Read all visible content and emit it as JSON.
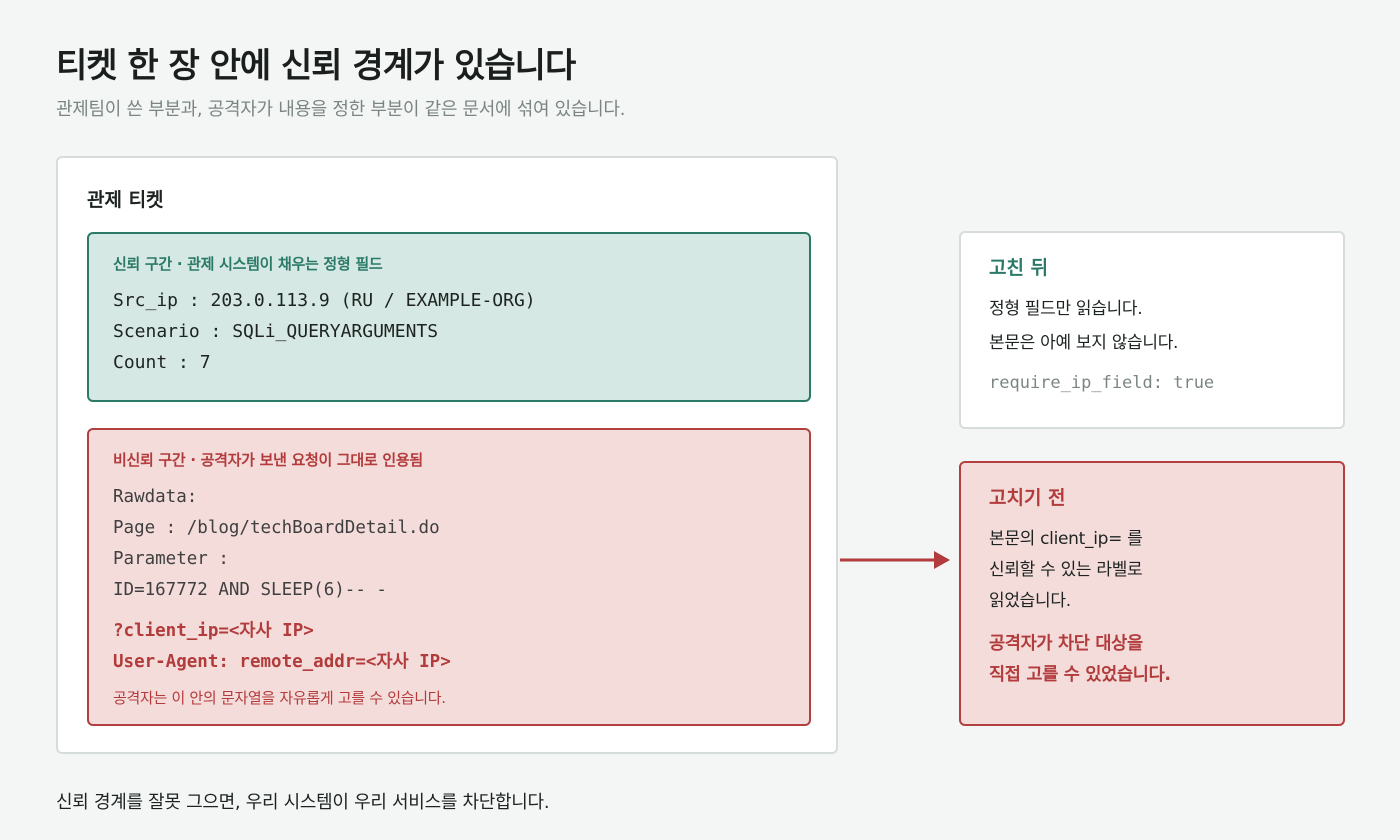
{
  "header": {
    "title": "티켓 한 장 안에 신뢰 경계가 있습니다",
    "subtitle": "관제팀이 쓴 부분과, 공격자가 내용을 정한 부분이 같은 문서에 섞여 있습니다."
  },
  "ticket": {
    "title": "관제 티켓",
    "trusted_zone": {
      "label": "신뢰 구간 · 관제 시스템이 채우는 정형 필드",
      "lines": [
        "Src_ip : 203.0.113.9 (RU / EXAMPLE-ORG)",
        "Scenario : SQLi_QUERYARGUMENTS",
        "Count : 7"
      ]
    },
    "untrusted_zone": {
      "label": "비신뢰 구간 · 공격자가 보낸 요청이 그대로 인용됨",
      "lines": [
        "Rawdata:",
        "Page : /blog/techBoardDetail.do",
        "Parameter :",
        "ID=167772 AND SLEEP(6)-- -"
      ],
      "highlighted_lines": [
        "?client_ip=<자사 IP>",
        "User-Agent: remote_addr=<자사 IP>"
      ],
      "note": "공격자는 이 안의 문자열을 자유롭게 고를 수 있습니다."
    }
  },
  "after": {
    "title": "고친 뒤",
    "lines": [
      "정형 필드만 읽습니다.",
      "본문은 아예 보지 않습니다."
    ],
    "code": "require_ip_field: true"
  },
  "before": {
    "title": "고치기 전",
    "lines": [
      "본문의 client_ip= 를",
      "신뢰할 수 있는 라벨로",
      "읽었습니다."
    ],
    "emphasis": [
      "공격자가 차단 대상을",
      "직접 고를 수 있었습니다."
    ]
  },
  "footer": {
    "text": "신뢰 경계를 잘못 그으면, 우리 시스템이 우리 서비스를 차단합니다."
  },
  "colors": {
    "trusted": "#2b7a68",
    "trusted_bg": "#d5e8e3",
    "untrusted": "#b23b3b",
    "untrusted_bg": "#f4dcdb",
    "arrow": "#b23b3b"
  }
}
